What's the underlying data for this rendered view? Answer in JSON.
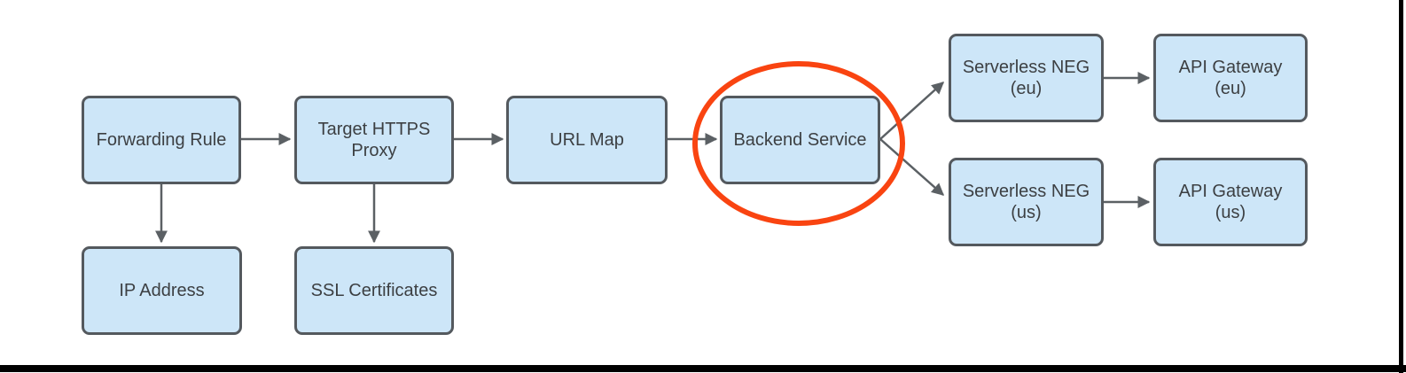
{
  "diagram": {
    "type": "flowchart",
    "nodes": [
      {
        "id": "forwarding-rule",
        "label": "Forwarding Rule"
      },
      {
        "id": "target-https-proxy",
        "label": "Target HTTPS\nProxy"
      },
      {
        "id": "url-map",
        "label": "URL Map"
      },
      {
        "id": "backend-service",
        "label": "Backend Service",
        "highlighted": true
      },
      {
        "id": "serverless-neg-eu",
        "label": "Serverless NEG\n(eu)"
      },
      {
        "id": "api-gateway-eu",
        "label": "API Gateway\n(eu)"
      },
      {
        "id": "serverless-neg-us",
        "label": "Serverless NEG\n(us)"
      },
      {
        "id": "api-gateway-us",
        "label": "API Gateway\n(us)"
      },
      {
        "id": "ip-address",
        "label": "IP Address"
      },
      {
        "id": "ssl-certificates",
        "label": "SSL Certificates"
      }
    ],
    "edges": [
      {
        "from": "Forwarding Rule",
        "to": "Target HTTPS Proxy"
      },
      {
        "from": "Target HTTPS Proxy",
        "to": "URL Map"
      },
      {
        "from": "URL Map",
        "to": "Backend Service"
      },
      {
        "from": "Backend Service",
        "to": "Serverless NEG (eu)"
      },
      {
        "from": "Backend Service",
        "to": "Serverless NEG (us)"
      },
      {
        "from": "Serverless NEG (eu)",
        "to": "API Gateway (eu)"
      },
      {
        "from": "Serverless NEG (us)",
        "to": "API Gateway (us)"
      },
      {
        "from": "Forwarding Rule",
        "to": "IP Address"
      },
      {
        "from": "Target HTTPS Proxy",
        "to": "SSL Certificates"
      }
    ],
    "annotation": {
      "shape": "ellipse",
      "around": "Backend Service",
      "color": "#f94411"
    },
    "colors": {
      "node_fill": "#cde6f8",
      "node_border": "#54595e",
      "arrow": "#5b6064",
      "highlight": "#f94411",
      "text": "#3c3f42",
      "frame": "#000000",
      "background": "#ffffff"
    }
  }
}
